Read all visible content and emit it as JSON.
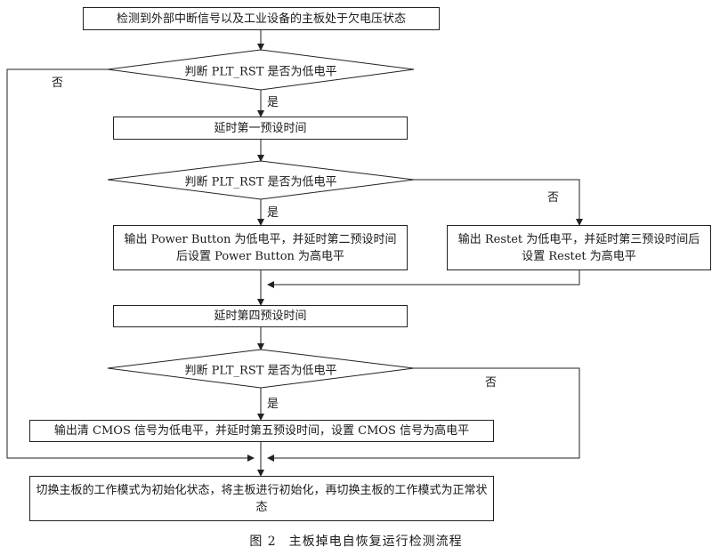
{
  "diagram": {
    "boxes": {
      "start": "检测到外部中断信号以及工业设备的主板处于欠电压状态",
      "delay1": "延时第一预设时间",
      "power_button": "输出 Power Button 为低电平，并延时第二预设时间后设置 Power Button 为高电平",
      "reset": "输出 Restet 为低电平，并延时第三预设时间后 设置 Restet 为高电平",
      "delay4": "延时第四预设时间",
      "cmos": "输出清 CMOS 信号为低电平，并延时第五预设时间，设置 CMOS 信号为高电平",
      "final": "切换主板的工作模式为初始化状态，将主板进行初始化，再切换主板的工作模式为正常状态"
    },
    "decisions": {
      "d1": "判断 PLT_RST 是否为低电平",
      "d2": "判断 PLT_RST 是否为低电平",
      "d3": "判断 PLT_RST 是否为低电平"
    },
    "branch_labels": {
      "yes": "是",
      "no": "否"
    },
    "caption": {
      "number": "图 2",
      "title": "主板掉电自恢复运行检测流程"
    }
  }
}
